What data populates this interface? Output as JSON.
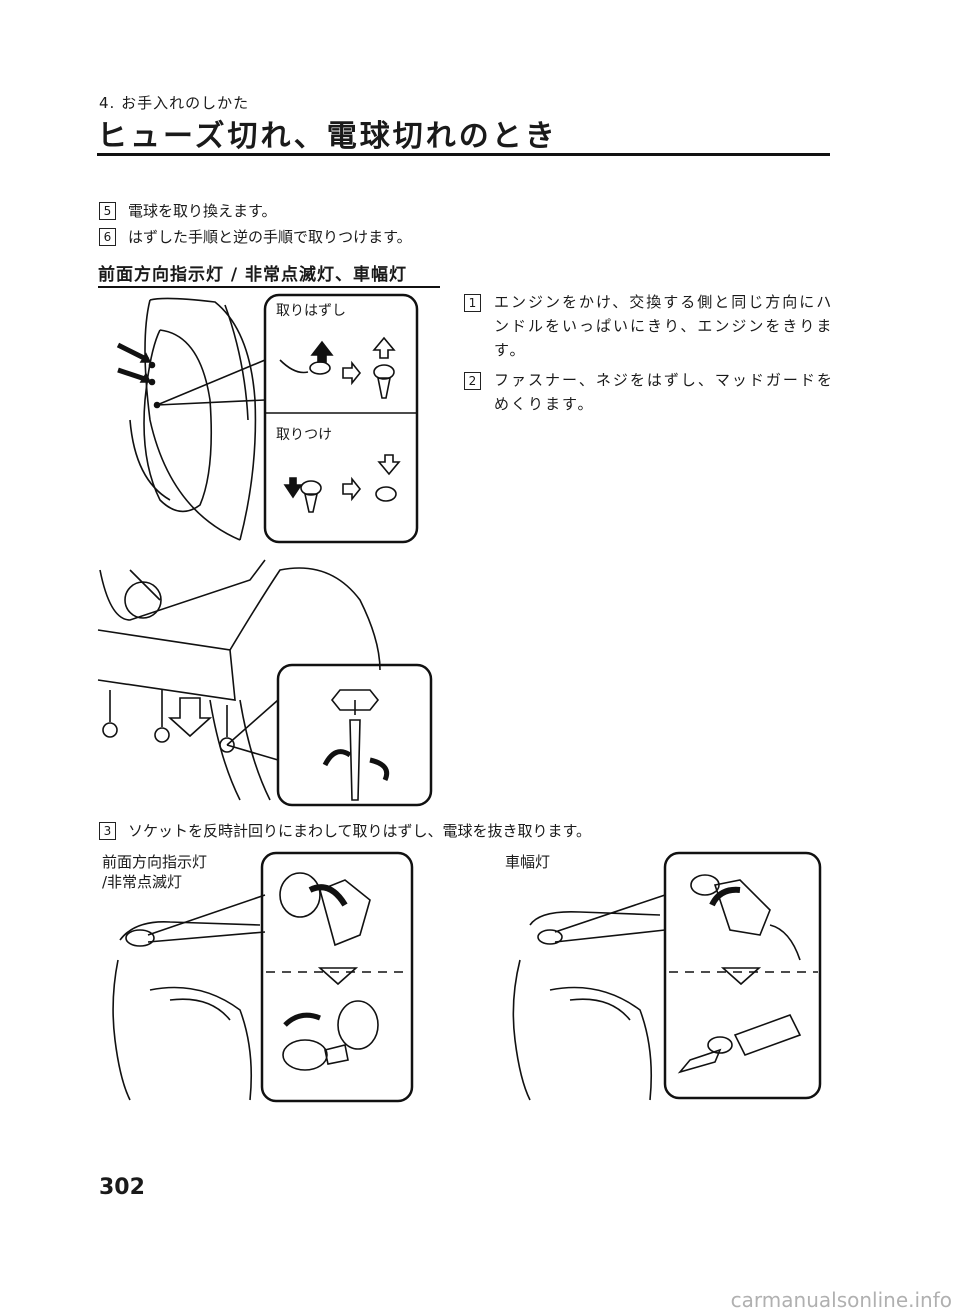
{
  "header": {
    "chapter": "4. お手入れのしかた",
    "title": "ヒューズ切れ、電球切れのとき"
  },
  "steps_top": [
    {
      "number": "5",
      "text": "電球を取り換えます。"
    },
    {
      "number": "6",
      "text": "はずした手順と逆の手順で取りつけます。"
    }
  ],
  "section": {
    "heading": "前面方向指示灯 / 非常点滅灯、車幅灯",
    "steps": [
      {
        "number": "1",
        "text": "エンジンをかけ、交換する側と同じ方向にハンドルをいっぱいにきり、エンジンをきります。"
      },
      {
        "number": "2",
        "text": "ファスナー、ネジをはずし、マッドガードをめくります。"
      },
      {
        "number": "3",
        "text": "ソケットを反時計回りにまわして取りはずし、電球を抜き取ります。"
      }
    ]
  },
  "figures": {
    "fastener": {
      "remove_label": "取りはずし",
      "install_label": "取りつけ"
    },
    "caption_front": "前面方向指示灯\n/非常点滅灯",
    "caption_width": "車幅灯"
  },
  "footer": {
    "page_number": "302",
    "watermark": "carmanualsonline.info"
  }
}
